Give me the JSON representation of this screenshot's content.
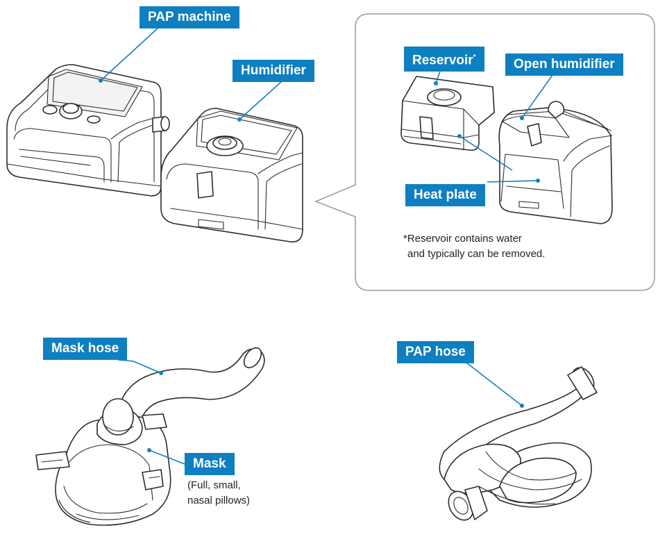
{
  "labels": {
    "pap_machine": "PAP machine",
    "humidifier": "Humidifier",
    "reservoir": "Reservoir",
    "reservoir_mark": "*",
    "open_humidifier": "Open humidifier",
    "heat_plate": "Heat plate",
    "mask_hose": "Mask hose",
    "mask": "Mask",
    "pap_hose": "PAP hose"
  },
  "notes": {
    "reservoir_line1": "*Reservoir contains water",
    "reservoir_line2": "and typically can be removed.",
    "mask_line1": "(Full, small,",
    "mask_line2": "nasal pillows)"
  },
  "colors": {
    "label_bg": "#0e7fc1",
    "label_text": "#ffffff",
    "line_art": "#2b2b2b",
    "callout_border": "#9a9a9a"
  }
}
